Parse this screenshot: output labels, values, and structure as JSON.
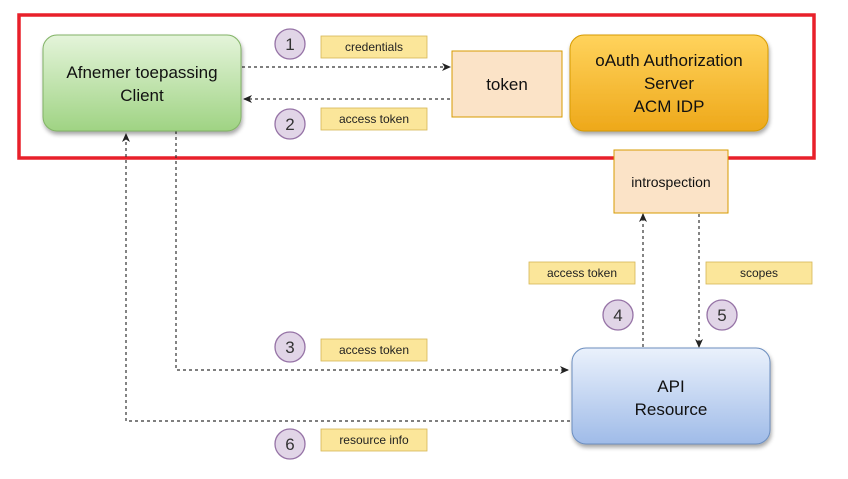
{
  "nodes": {
    "client": {
      "line1": "Afnemer toepassing",
      "line2": "Client"
    },
    "auth_server": {
      "line1": "oAuth Authorization",
      "line2": "Server",
      "line3": "ACM IDP"
    },
    "token": {
      "label": "token"
    },
    "introspection": {
      "label": "introspection"
    },
    "api": {
      "line1": "API",
      "line2": "Resource"
    }
  },
  "steps": [
    {
      "number": "1",
      "label": "credentials"
    },
    {
      "number": "2",
      "label": "access token"
    },
    {
      "number": "3",
      "label": "access token"
    },
    {
      "number": "4",
      "label": "access token"
    },
    {
      "number": "5",
      "label": "scopes"
    },
    {
      "number": "6",
      "label": "resource info"
    }
  ],
  "colors": {
    "highlight_frame": "#e8202a",
    "client_fill": "#a8d98f",
    "auth_fill": "#f5b52a",
    "api_fill": "#a9c2ea",
    "beige_fill": "#fbe3c7",
    "label_fill": "#fbe69a",
    "step_circle_fill": "#e1d5e7",
    "step_circle_stroke": "#9673a6"
  }
}
